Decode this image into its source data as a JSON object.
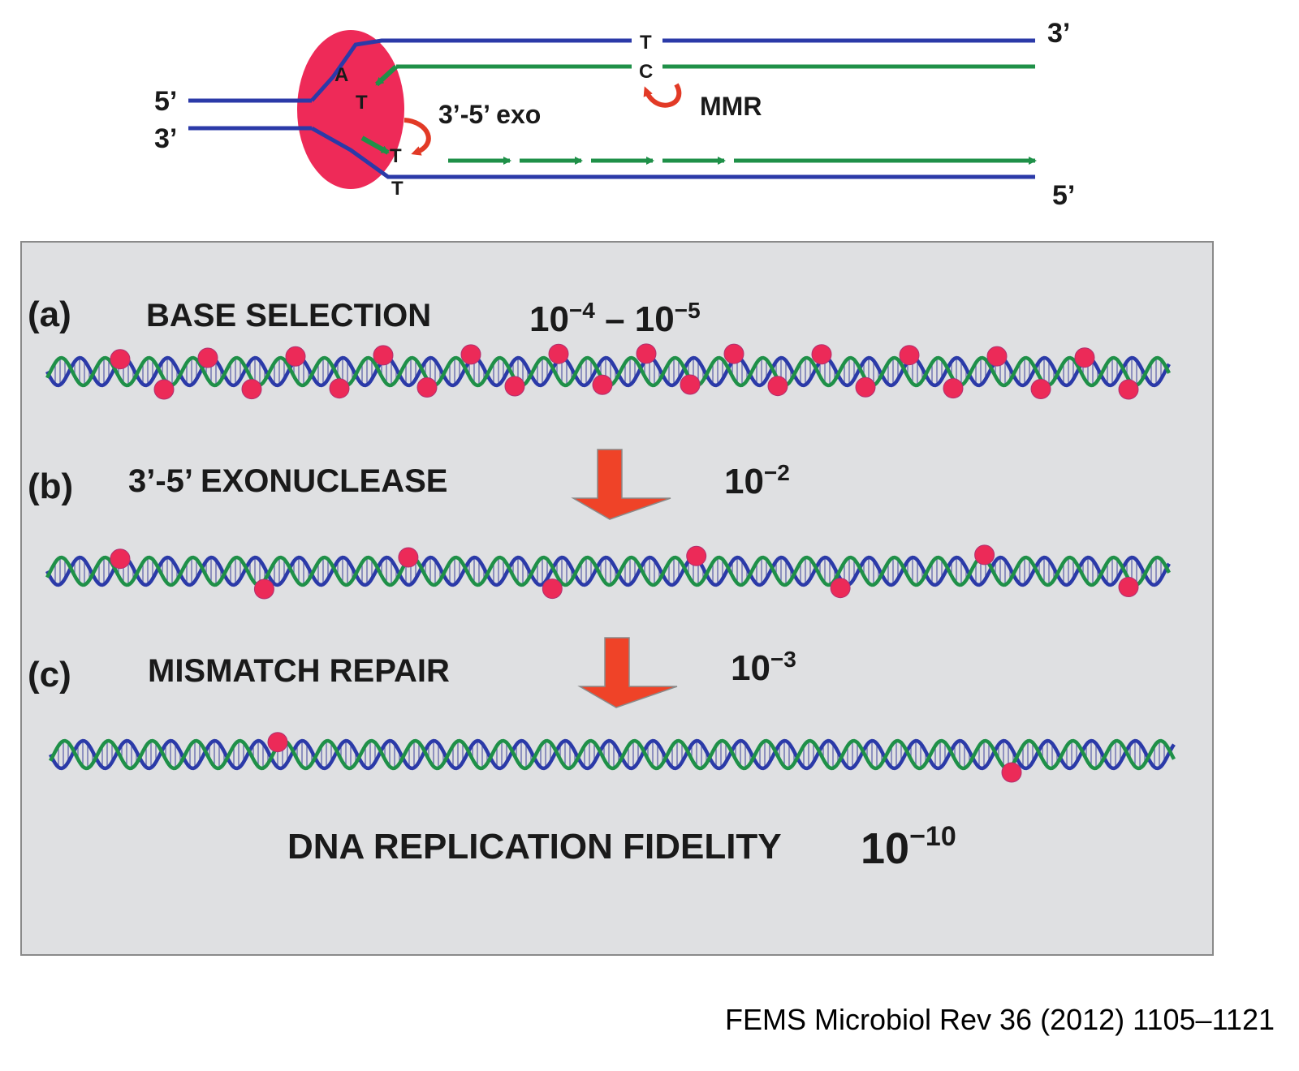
{
  "colors": {
    "parent_strand": "#2b3aa8",
    "new_strand": "#1f9048",
    "polymerase": "#ee2a58",
    "mismatch_dot": "#ec2a58",
    "curved_arrow": "#e23a26",
    "down_arrow": "#ef4328",
    "panel_bg": "#dfe0e2",
    "panel_border": "#8a8a8a"
  },
  "top": {
    "strand_ends": {
      "left_top": "5’",
      "left_bottom": "3’",
      "right_top": "3’",
      "right_bottom": "5’"
    },
    "bases": {
      "a": "A",
      "t_leading": "T",
      "t_lagging": "T",
      "t_bottom": "T",
      "t_mmr": "T",
      "c_mmr": "C"
    },
    "exo_label": "3’-5’ exo",
    "mmr_label": "MMR"
  },
  "panel": {
    "rows": [
      {
        "letter": "(a)",
        "name": "BASE SELECTION",
        "rate": "10",
        "rate_exp1": "−4",
        "rate_sep": " – 10",
        "rate_exp2": "−5"
      },
      {
        "letter": "(b)",
        "name": "3’-5’ EXONUCLEASE",
        "rate": "10",
        "rate_exp1": "−2"
      },
      {
        "letter": "(c)",
        "name": "MISMATCH REPAIR",
        "rate": "10",
        "rate_exp1": "−3"
      }
    ],
    "fidelity": {
      "label": "DNA REPLICATION FIDELITY",
      "rate": "10",
      "exp": "−10"
    },
    "helices": [
      {
        "mismatches": 24
      },
      {
        "mismatches": 8
      },
      {
        "mismatches": 2
      }
    ]
  },
  "citation": "FEMS Microbiol Rev 36 (2012) 1105–1121"
}
